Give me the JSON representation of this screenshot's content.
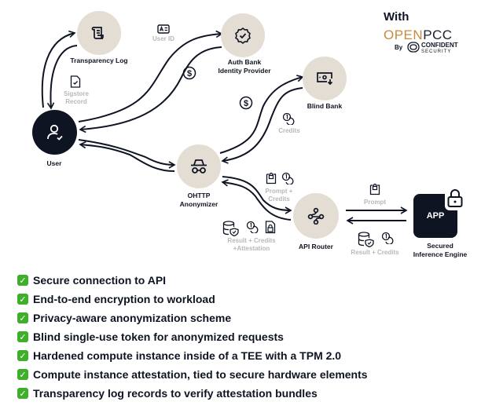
{
  "brand": {
    "with_label": "With",
    "product_part1": "OPEN",
    "product_part2": "PCC",
    "by_label": "By",
    "company_line1": "CONFIDENT",
    "company_line2": "SECURITY",
    "accent_color": "#c98a3a"
  },
  "nodes": {
    "transparency_log": {
      "label": "Transparency Log",
      "icon": "scroll-icon"
    },
    "auth_bank": {
      "label_line1": "Auth Bank",
      "label_line2": "Identity Provider",
      "icon": "verified-badge-icon"
    },
    "blind_bank": {
      "label": "Blind Bank",
      "icon": "cash-deposit-icon"
    },
    "user": {
      "label": "User",
      "icon": "user-check-icon"
    },
    "ohttp": {
      "label_line1": "OHTTP",
      "label_line2": "Anonymizer",
      "icon": "incognito-icon"
    },
    "api_router": {
      "label": "API Router",
      "icon": "nodes-icon"
    },
    "inference": {
      "app_label": "APP",
      "label_line1": "Secured",
      "label_line2": "Inference Engine",
      "icon": "lock-icon"
    }
  },
  "flow_labels": {
    "user_id": "User ID",
    "sigstore_line1": "Sigstore",
    "sigstore_line2": "Record",
    "credits": "Credits",
    "prompt_credits_line1": "Prompt +",
    "prompt_credits_line2": "Credits",
    "result_credits_att_line1": "Result + Credits",
    "result_credits_att_line2": "+Attestation",
    "prompt": "Prompt",
    "result_credits": "Result + Credits"
  },
  "features": [
    "Secure connection to API",
    "End-to-end encryption to workload",
    "Privacy-aware anonymization scheme",
    "Blind single-use token for anonymized requests",
    "Hardened compute instance inside of a TEE with a TPM 2.0",
    "Compute instance attestation, tied to secure hardware elements",
    "Transparency log records to verify attestation bundles"
  ],
  "check_glyph": "✓",
  "colors": {
    "node_fill": "#e4ddd4",
    "dark": "#0f1423",
    "muted_text": "#b8b8bc",
    "check_green": "#3fae2a"
  }
}
